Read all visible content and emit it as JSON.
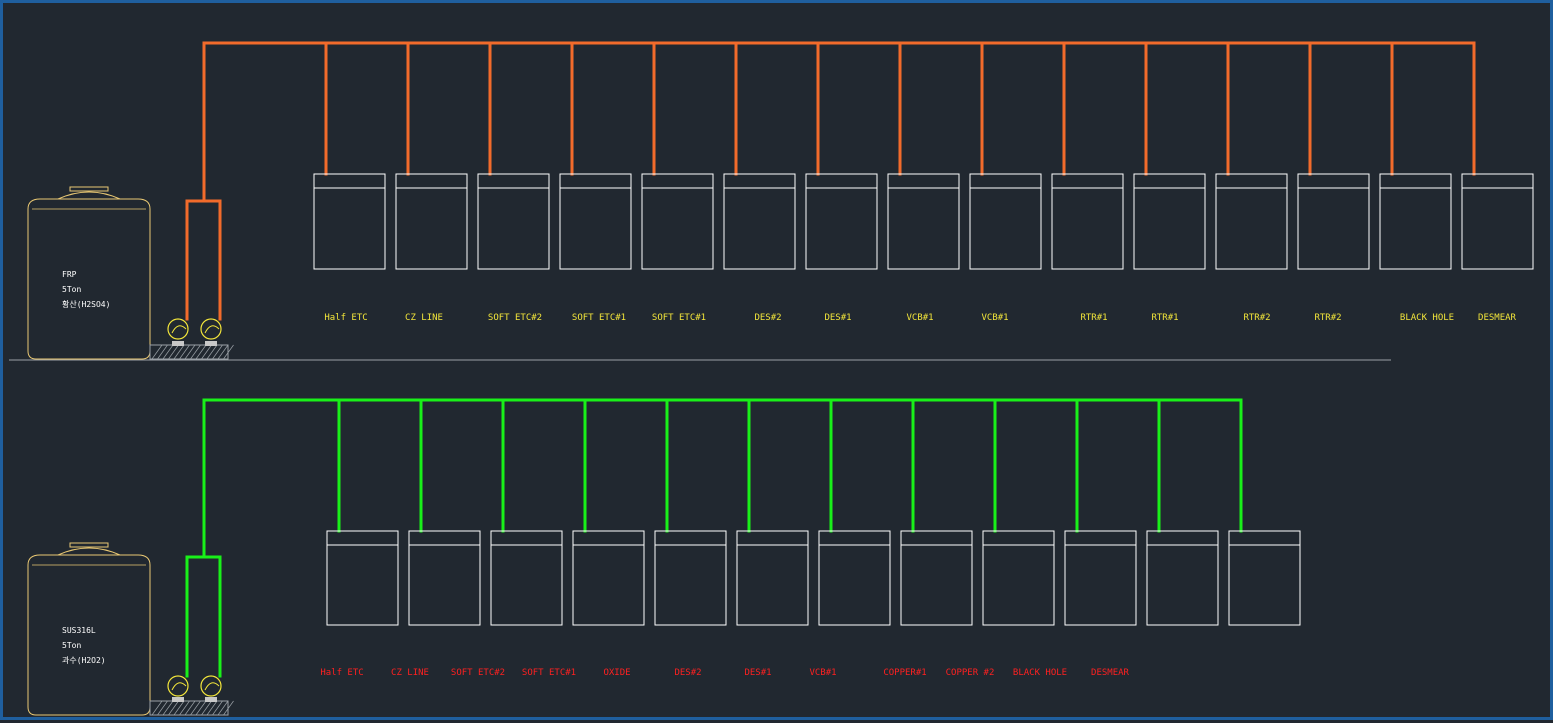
{
  "colors": {
    "background": "#212830",
    "frame": "#1f5f9e",
    "pipe_top": "#f26b2b",
    "pipe_bottom": "#19f019",
    "label_top": "#f2e53a",
    "label_bottom": "#ff2020",
    "tank_outline": "#e9c873",
    "equipment": "#ffffff",
    "pump": "#f2e53a"
  },
  "systems": [
    {
      "id": "h2so4",
      "tank": {
        "lines": [
          "FRP",
          "5Ton",
          "황산(H2SO4)"
        ]
      },
      "units": [
        "Half ETC",
        "CZ LINE",
        "SOFT ETC#2",
        "SOFT ETC#1",
        "SOFT ETC#1",
        "DES#2",
        "DES#1",
        "VCB#1",
        "VCB#1",
        "RTR#1",
        "RTR#1",
        "RTR#2",
        "RTR#2",
        "BLACK HOLE",
        "DESMEAR"
      ]
    },
    {
      "id": "h2o2",
      "tank": {
        "lines": [
          "SUS316L",
          "5Ton",
          "과수(H2O2)"
        ]
      },
      "units": [
        "Half ETC",
        "CZ LINE",
        "SOFT ETC#2",
        "SOFT ETC#1",
        "OXIDE",
        "DES#2",
        "DES#1",
        "VCB#1",
        "COPPER#1",
        "COPPER #2",
        "BLACK HOLE",
        "DESMEAR"
      ]
    }
  ]
}
